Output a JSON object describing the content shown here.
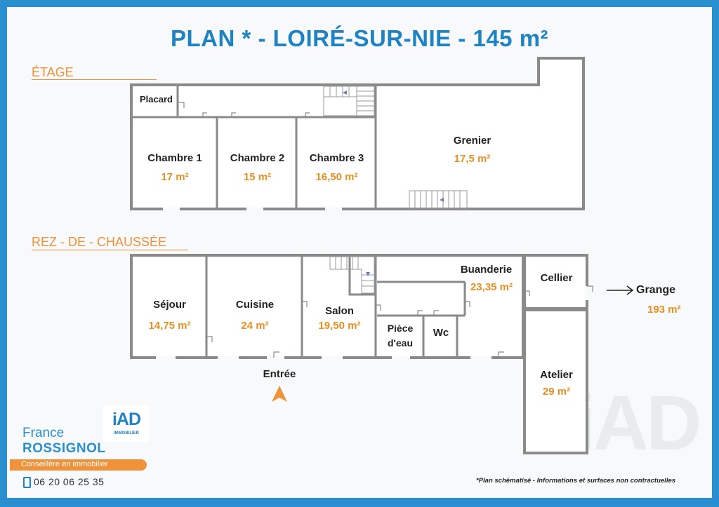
{
  "title": "PLAN *  -  LOIRÉ-SUR-NIE - 145 m²",
  "sections": {
    "upper": "ÉTAGE",
    "ground": "REZ - DE - CHAUSSÉE"
  },
  "upper_rooms": {
    "placard": {
      "name": "Placard"
    },
    "chambre1": {
      "name": "Chambre 1",
      "area": "17 m²"
    },
    "chambre2": {
      "name": "Chambre 2",
      "area": "15 m²"
    },
    "chambre3": {
      "name": "Chambre 3",
      "area": "16,50 m²"
    },
    "grenier": {
      "name": "Grenier",
      "area": "17,5 m²"
    }
  },
  "ground_rooms": {
    "sejour": {
      "name": "Séjour",
      "area": "14,75 m²"
    },
    "cuisine": {
      "name": "Cuisine",
      "area": "24 m²"
    },
    "salon": {
      "name": "Salon",
      "area": "19,50 m²"
    },
    "piece_eau": {
      "name_line1": "Pièce",
      "name_line2": "d'eau"
    },
    "wc": {
      "name": "Wc"
    },
    "buanderie": {
      "name": "Buanderie",
      "area": "23,35 m²"
    },
    "cellier": {
      "name": "Cellier"
    },
    "atelier": {
      "name": "Atelier",
      "area": "29 m²"
    },
    "grange": {
      "name": "Grange",
      "area": "193 m²"
    }
  },
  "entrance": {
    "label": "Entrée"
  },
  "agent": {
    "first_name": "France",
    "last_name": "ROSSIGNOL",
    "role": "Conseillère en immobilier",
    "phone": "06 20 06 25 35"
  },
  "brand": {
    "logo_text": "iAD",
    "logo_subtext": "IMMOBILIER",
    "watermark": "iAD"
  },
  "disclaimer": "*Plan schématisé - Informations et surfaces non contractuelles",
  "colors": {
    "frame": "#2a8fce",
    "title": "#1f82c3",
    "accent": "#f0923a",
    "area": "#e98f22",
    "wall": "#8a8a8a"
  },
  "icons": {
    "phone": "mobile-phone-icon",
    "arrow": "arrow-right-icon",
    "entrance": "triangle-up-icon",
    "stairs": "staircase-icon"
  }
}
